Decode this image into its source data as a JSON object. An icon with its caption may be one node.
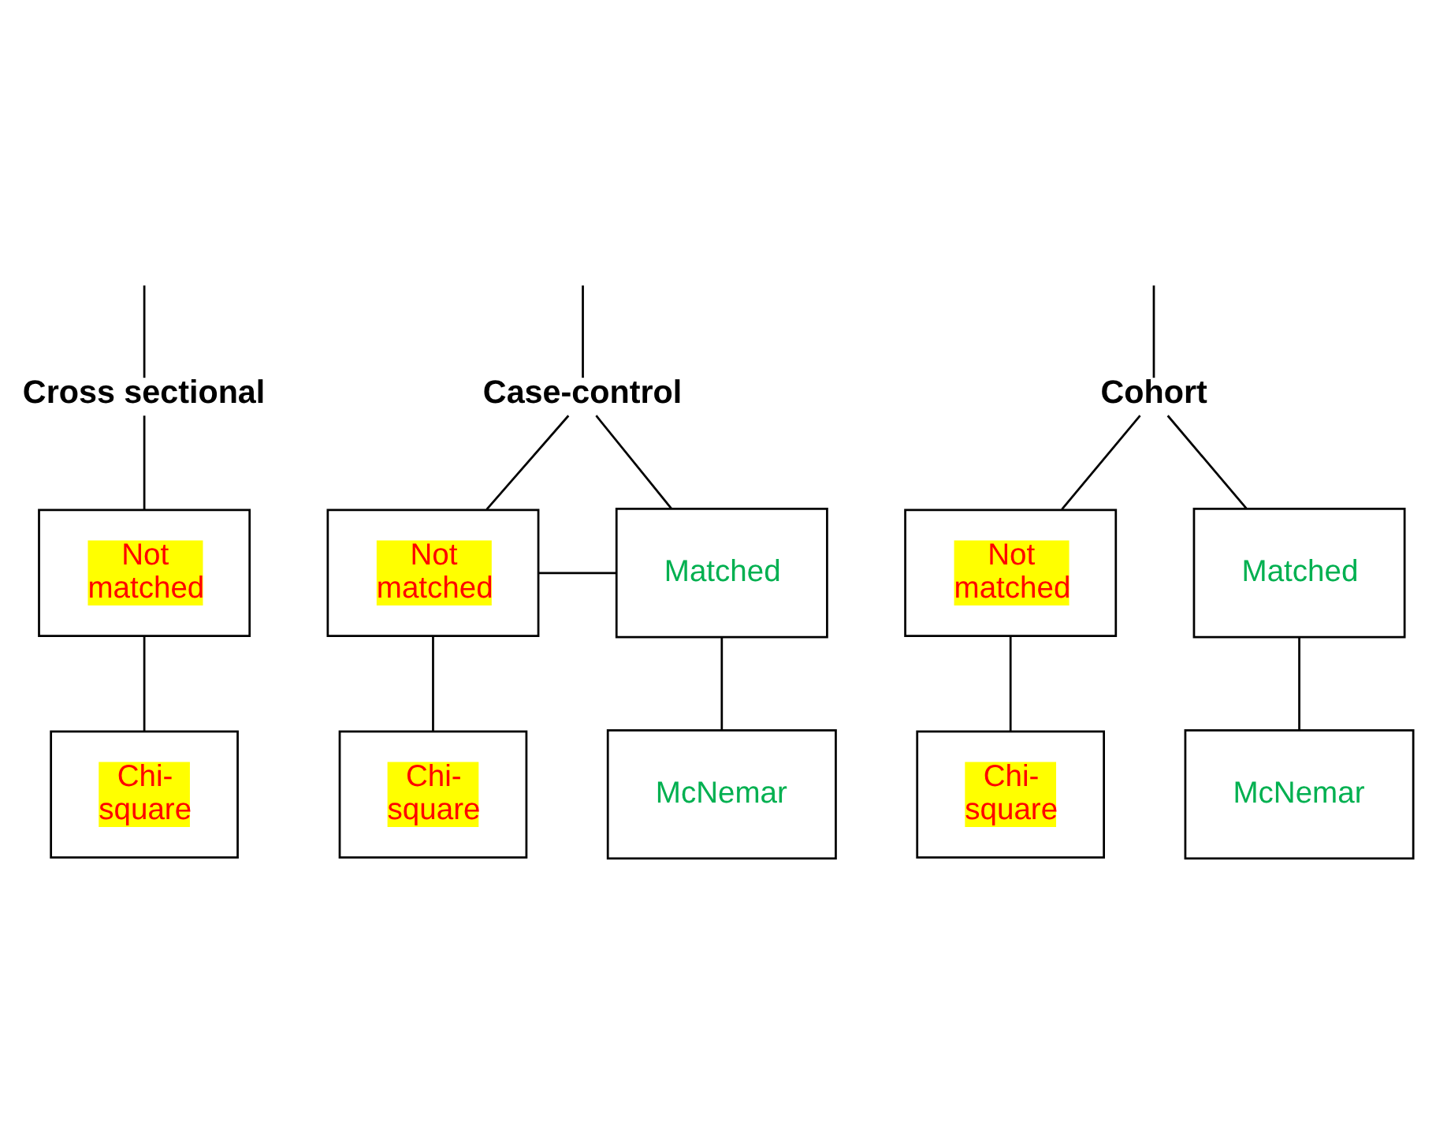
{
  "diagram": {
    "nodes": [
      {
        "text": [
          "Cross sectional"
        ]
      },
      {
        "text": [
          "Case-control"
        ]
      },
      {
        "text": [
          "Cohort"
        ]
      },
      {
        "text": [
          "Not matched"
        ]
      },
      {
        "text": [
          "Chi- square"
        ]
      },
      {
        "text": [
          "Not matched"
        ]
      },
      {
        "text": [
          "Matched"
        ]
      },
      {
        "text": [
          "Chi- square"
        ]
      },
      {
        "text": [
          "McNemar"
        ]
      },
      {
        "text": [
          "Not matched"
        ]
      },
      {
        "text": [
          "Matched"
        ]
      },
      {
        "text": [
          "Chi- square"
        ]
      },
      {
        "text": [
          "McNemar"
        ]
      }
    ],
    "edges": [
      {
        "from": null,
        "to": 0,
        "arrow": "none"
      },
      {
        "from": null,
        "to": 1,
        "arrow": "none"
      },
      {
        "from": null,
        "to": 2,
        "arrow": "none"
      },
      {
        "from": 0,
        "to": 3,
        "arrow": "none"
      },
      {
        "from": 3,
        "to": 4,
        "arrow": "none"
      },
      {
        "from": 1,
        "to": 5,
        "arrow": "none"
      },
      {
        "from": 1,
        "to": 6,
        "arrow": "none"
      },
      {
        "from": 5,
        "to": 6,
        "arrow": "none"
      },
      {
        "from": 5,
        "to": 7,
        "arrow": "none"
      },
      {
        "from": 6,
        "to": 8,
        "arrow": "none"
      },
      {
        "from": 2,
        "to": 9,
        "arrow": "none"
      },
      {
        "from": 2,
        "to": 10,
        "arrow": "none"
      },
      {
        "from": 9,
        "to": 11,
        "arrow": "none"
      },
      {
        "from": 10,
        "to": 12,
        "arrow": "none"
      }
    ]
  }
}
